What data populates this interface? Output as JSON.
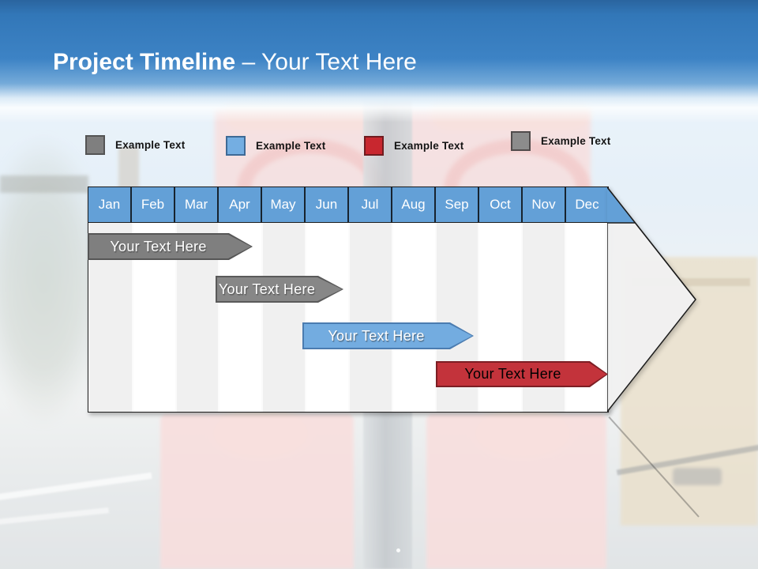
{
  "slide": {
    "title": {
      "bold": "Project Timeline",
      "rest": "– Your Text Here"
    }
  },
  "legend": {
    "items": [
      {
        "label": "Example Text",
        "swatch_color": "#7F7F7F",
        "swatch_border": "#545454"
      },
      {
        "label": "Example Text",
        "swatch_color": "#74AEE2",
        "swatch_border": "#3E6A96"
      },
      {
        "label": "Example Text",
        "swatch_color": "#C8272F",
        "swatch_border": "#701B1F"
      },
      {
        "label": "Example Text",
        "swatch_color": "#8C8C8C",
        "swatch_border": "#504B4B"
      }
    ]
  },
  "timeline": {
    "type": "gantt",
    "months": [
      "Jan",
      "Feb",
      "Mar",
      "Apr",
      "May",
      "Jun",
      "Jul",
      "Aug",
      "Sep",
      "Oct",
      "Nov",
      "Dec"
    ],
    "header_color": "#63A0D7",
    "bars": [
      {
        "label": "Your Text Here",
        "fill": "#7F7F7F",
        "border": "#565656",
        "text_color": "#FFFFFF",
        "start_month": "Jan",
        "end_month": "Apr"
      },
      {
        "label": "Your Text Here",
        "fill": "#878787",
        "border": "#5A5A5A",
        "text_color": "#FFFFFF",
        "start_month": "Apr",
        "end_month": "Jun"
      },
      {
        "label": "Your Text Here",
        "fill": "#73ACE0",
        "border": "#4B7CB0",
        "text_color": "#FFFFFF",
        "start_month": "Jun",
        "end_month": "Sep"
      },
      {
        "label": "Your Text Here",
        "fill": "#C3333B",
        "border": "#7C1E24",
        "text_color": "#000000",
        "start_month": "Sep",
        "end_month": "Dec"
      }
    ]
  }
}
